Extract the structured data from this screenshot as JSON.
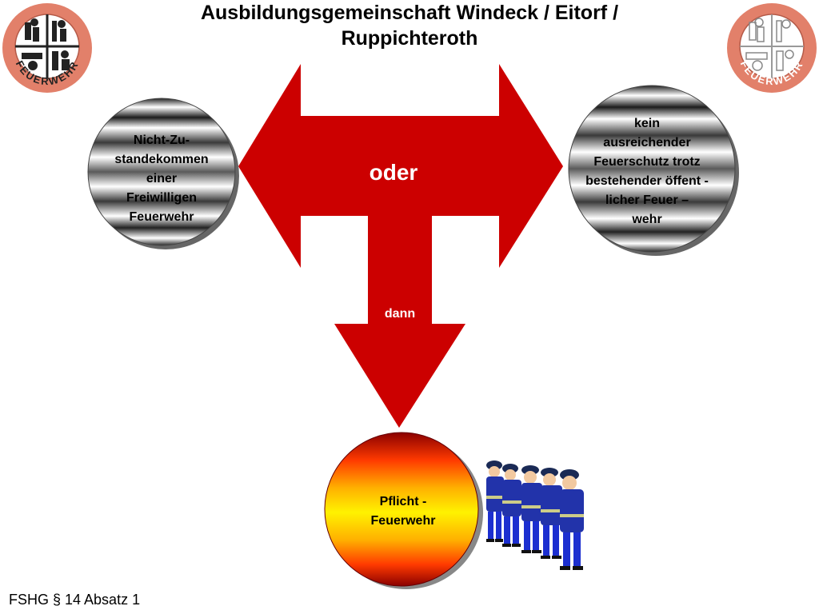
{
  "title": {
    "line1": "Ausbildungsgemeinschaft Windeck / Eitorf /",
    "line2": "Ruppichteroth"
  },
  "logos": {
    "left": {
      "icon": "feuerwehr-emblem-icon",
      "text": "FEUERWEHR",
      "ring_color": "#e2806a",
      "style": "dark"
    },
    "right": {
      "icon": "feuerwehr-emblem-icon",
      "text": "FEUERWEHR",
      "ring_color": "#e2806a",
      "style": "light"
    }
  },
  "left_circle": {
    "lines": [
      "Nicht-Zu-",
      "standekommen",
      "einer",
      "Freiwilligen",
      "Feuerwehr"
    ]
  },
  "right_circle": {
    "lines": [
      "kein",
      "ausreichender",
      "Feuerschutz trotz",
      "bestehender öffent -",
      "licher Feuer –",
      "wehr"
    ]
  },
  "arrow": {
    "center_label": "oder",
    "down_label": "dann",
    "color": "#cc0000"
  },
  "bottom_circle": {
    "lines": [
      "Pflicht -",
      "Feuerwehr"
    ]
  },
  "firefighters": {
    "icon": "firefighters-group-icon",
    "count": 5
  },
  "footer": {
    "text": "FSHG § 14 Absatz 1"
  }
}
